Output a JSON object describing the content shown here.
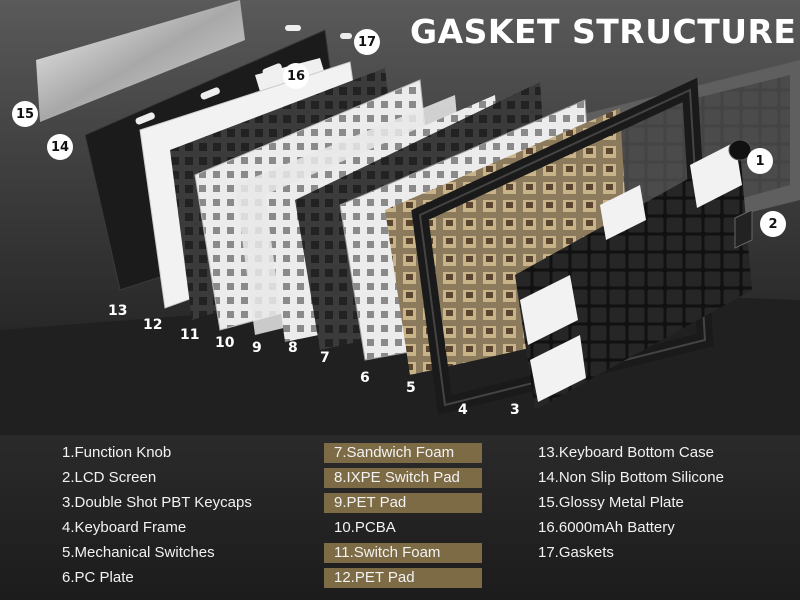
{
  "title": "GASKET STRUCTURE",
  "callouts": [
    "1",
    "2",
    "3",
    "4",
    "5",
    "6",
    "7",
    "8",
    "9",
    "10",
    "11",
    "12",
    "13",
    "14",
    "15",
    "16",
    "17"
  ],
  "legend": {
    "col1": [
      "1.Function Knob",
      "2.LCD Screen",
      "3.Double Shot PBT Keycaps",
      "4.Keyboard Frame",
      "5.Mechanical Switches",
      "6.PC Plate"
    ],
    "col2": [
      "7.Sandwich Foam",
      "8.IXPE Switch Pad",
      "9.PET Pad",
      "10.PCBA",
      "11.Switch Foam",
      "12.PET Pad"
    ],
    "col3": [
      "13.Keyboard Bottom Case",
      "14.Non Slip Bottom Silicone",
      "15.Glossy Metal Plate",
      "16.6000mAh Battery",
      "17.Gaskets"
    ]
  },
  "colors": {
    "highlight": "#7d6b45",
    "background": "#1e1e1e",
    "text": "#ffffff"
  }
}
